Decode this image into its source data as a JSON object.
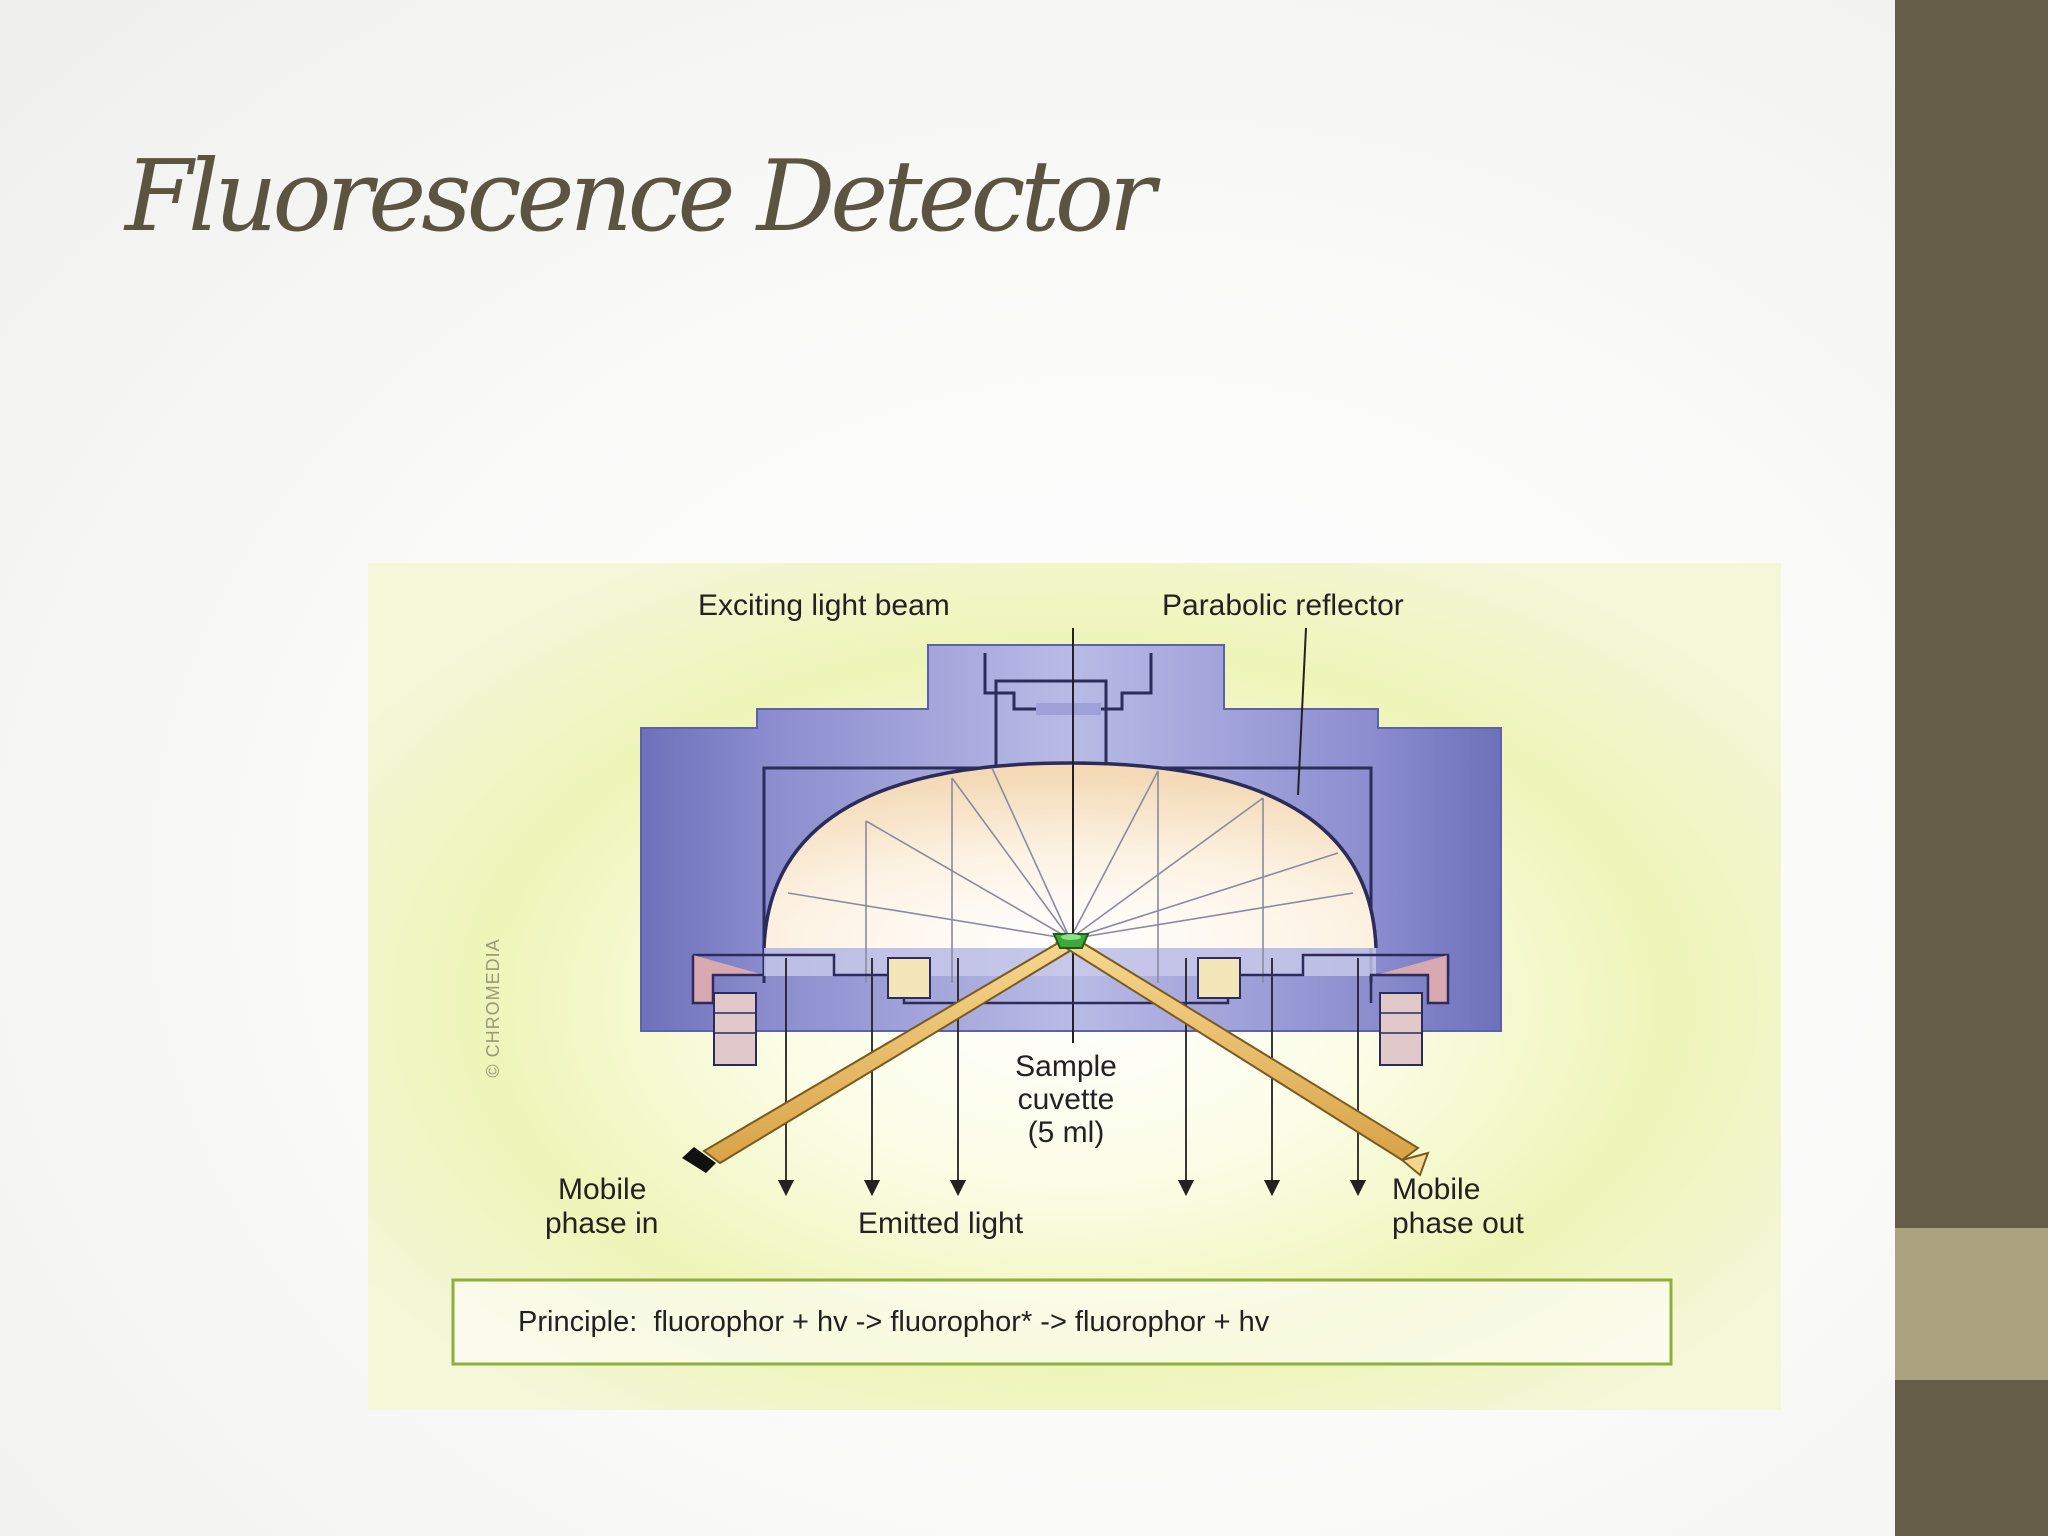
{
  "slide": {
    "title": "Fluorescence Detector"
  },
  "diagram": {
    "labels": {
      "exciting_light_beam": "Exciting light beam",
      "parabolic_reflector": "Parabolic reflector",
      "sample_line1": "Sample",
      "sample_line2": "cuvette",
      "sample_line3": "(5 ml)",
      "mobile_in_line1": "Mobile",
      "mobile_in_line2": "phase in",
      "emitted_light": "Emitted light",
      "mobile_out_line1": "Mobile",
      "mobile_out_line2": "phase out"
    },
    "principle": "Principle:  fluorophor + hv -> fluorophor* -> fluorophor + hv",
    "watermark": "© CHROMEDIA"
  },
  "colors": {
    "sidebar": "#665d48",
    "sidebar_accent": "#aba37e",
    "title": "#5b5440",
    "housing": "#7d7fc4",
    "tube": "#e9b862",
    "cuvette": "#3fa83a",
    "principle_border": "#8fae3a"
  }
}
